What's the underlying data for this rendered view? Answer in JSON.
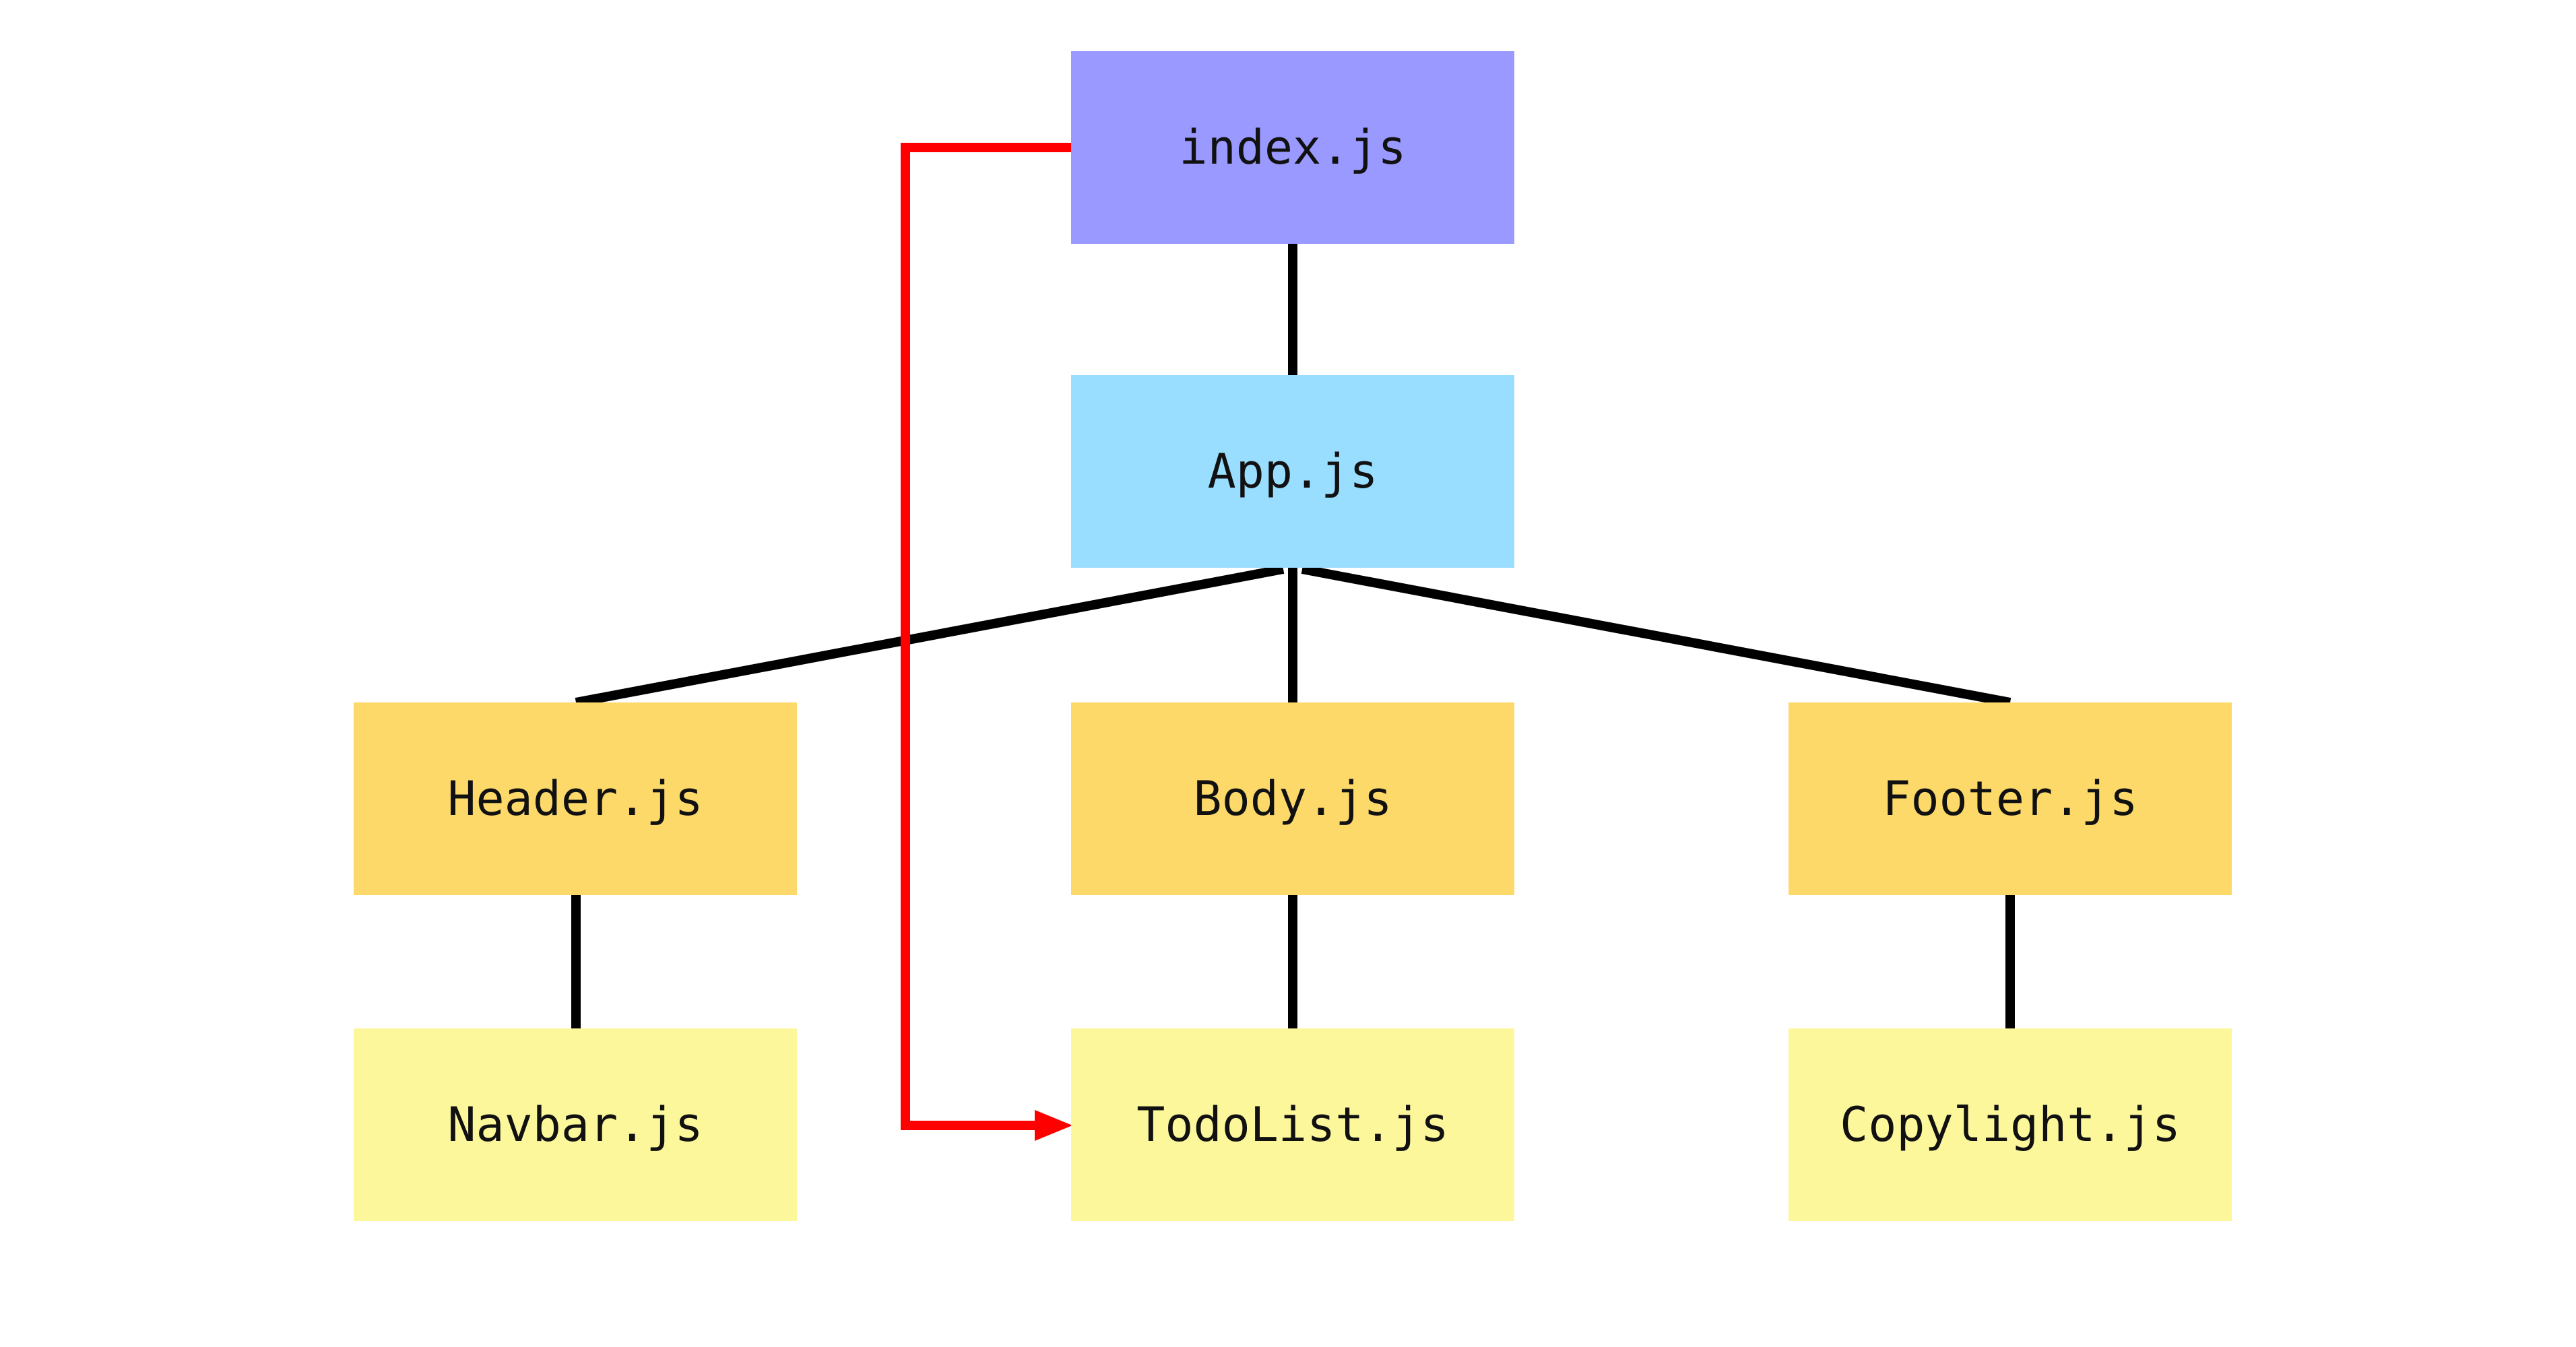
{
  "colors": {
    "root": "#9999FF",
    "app": "#99DDFF",
    "section": "#FDD96A",
    "leaf": "#FDF79C",
    "tree_line": "#000000",
    "import_arrow": "#FF0000"
  },
  "nodes": {
    "index": "index.js",
    "app": "App.js",
    "header": "Header.js",
    "body": "Body.js",
    "footer": "Footer.js",
    "navbar": "Navbar.js",
    "todolist": "TodoList.js",
    "copylight": "Copylight.js"
  }
}
